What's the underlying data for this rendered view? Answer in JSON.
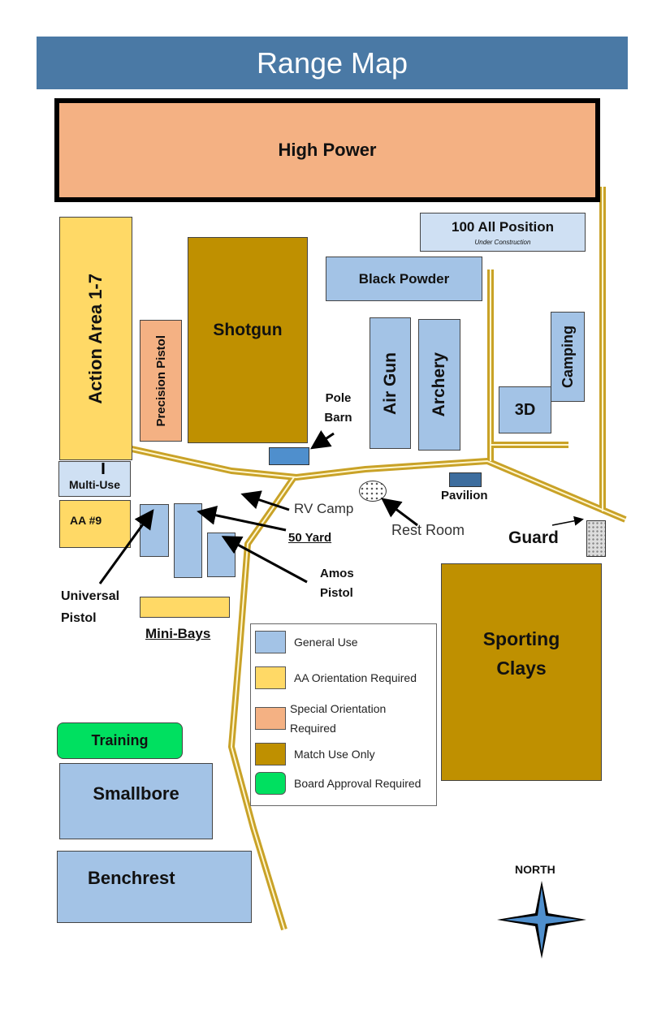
{
  "title": "Range Map",
  "colors": {
    "general_use": "#a3c3e6",
    "aa_orientation": "#ffd966",
    "special_orientation": "#f4b183",
    "match_use": "#bf9000",
    "board_approval": "#00e060",
    "road": "#c9a227",
    "title_bar": "#4a79a5"
  },
  "areas": {
    "high_power": "High Power",
    "all_position": "100 All Position",
    "all_position_note": "Under Construction",
    "action_area": "Action Area 1-7",
    "precision_pistol": "Precision Pistol",
    "shotgun": "Shotgun",
    "black_powder": "Black Powder",
    "air_gun": "Air Gun",
    "archery": "Archery",
    "camping": "Camping",
    "three_d": "3D",
    "multi_use": "Multi-Use",
    "aa9": "AA #9",
    "sporting_clays": "Sporting Clays",
    "training": "Training",
    "smallbore": "Smallbore",
    "benchrest": "Benchrest"
  },
  "labels": {
    "pole_barn": "Pole Barn",
    "pavilion": "Pavilion",
    "rv_camp": "RV Camp",
    "rest_room": "Rest Room",
    "fifty_yard": "50 Yard",
    "guard": "Guard",
    "amos_pistol": "Amos Pistol",
    "universal_pistol": "Universal Pistol",
    "mini_bays": "Mini-Bays",
    "north": "NORTH"
  },
  "legend": [
    {
      "label": "General Use",
      "color": "#a3c3e6"
    },
    {
      "label": "AA Orientation Required",
      "color": "#ffd966"
    },
    {
      "label": "Special Orientation Required",
      "color": "#f4b183"
    },
    {
      "label": "Match Use Only",
      "color": "#bf9000"
    },
    {
      "label": "Board Approval Required",
      "color": "#00e060"
    }
  ]
}
